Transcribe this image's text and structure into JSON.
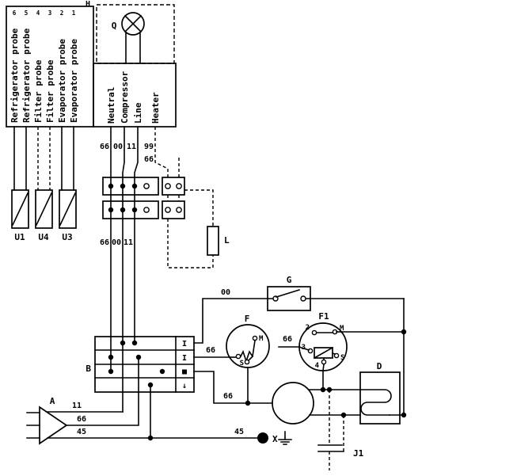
{
  "diagram": {
    "ink_color": "#000000",
    "block_h": {
      "label": "H",
      "pin_numbers": [
        "6",
        "5",
        "4",
        "3",
        "2",
        "1"
      ],
      "probe_labels": [
        "Refrigerator probe",
        "Refrigerator probe",
        "Filter probe",
        "Filter probe",
        "Evaporator probe",
        "Evaporator probe"
      ],
      "power_labels": [
        "Neutral",
        "Compressor",
        "Line",
        "Heater"
      ],
      "lamp_label": "Q"
    },
    "probes": {
      "u1": "U1",
      "u4": "U4",
      "u3": "U3"
    },
    "components": {
      "l": "L",
      "g": "G",
      "f": "F",
      "f1": "F1",
      "b": "B",
      "a": "A",
      "d": "D",
      "j1": "J1",
      "x": "X"
    },
    "f_pins": {
      "m": "M",
      "s": "S"
    },
    "f1_pins": {
      "p2": "2",
      "m": "M",
      "p3": "3",
      "p4": "4",
      "s": "S"
    },
    "b_row_symbols": [
      "I",
      "I",
      "■",
      "↓"
    ],
    "wire_labels": {
      "top_66": "66",
      "top_00": "00",
      "top_11": "11",
      "top_99": "99",
      "strip_66": "66",
      "mid_66": "66",
      "mid_00": "00",
      "mid_11": "11",
      "g_feed_00": "00",
      "f_feed_66": "66",
      "f1_feed_66": "66",
      "motor_feed_66": "66",
      "a_11": "11",
      "a_66": "66",
      "a_45": "45",
      "x_45": "45"
    }
  }
}
